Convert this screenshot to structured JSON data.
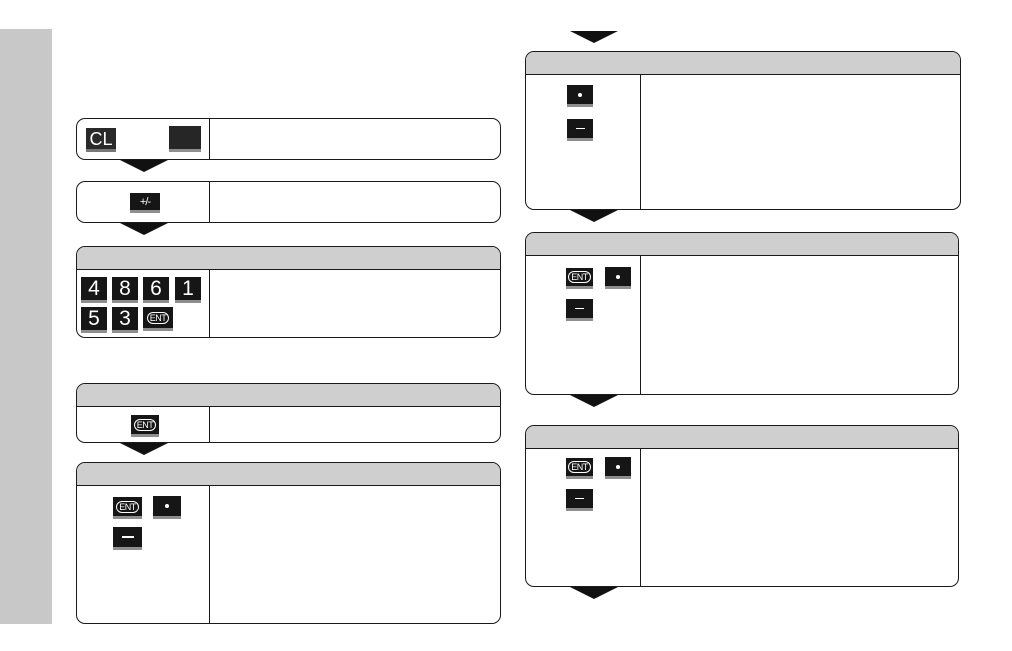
{
  "keys": {
    "cl": "CL",
    "n4": "4",
    "n8": "8",
    "n6": "6",
    "n1": "1",
    "n5": "5",
    "n3": "3",
    "ent": "ENT",
    "sign": "+/-"
  },
  "colors": {
    "sidebar": "#c8c8c8",
    "panel_header": "#cfcfcf",
    "key": "#161616",
    "key_shadow": "#8e8e8e",
    "border": "#1a1a1a"
  },
  "icons": [
    "down-arrow-icon",
    "ent-key-icon",
    "decimal-point-key-icon",
    "minus-key-icon",
    "sign-toggle-key-icon"
  ]
}
